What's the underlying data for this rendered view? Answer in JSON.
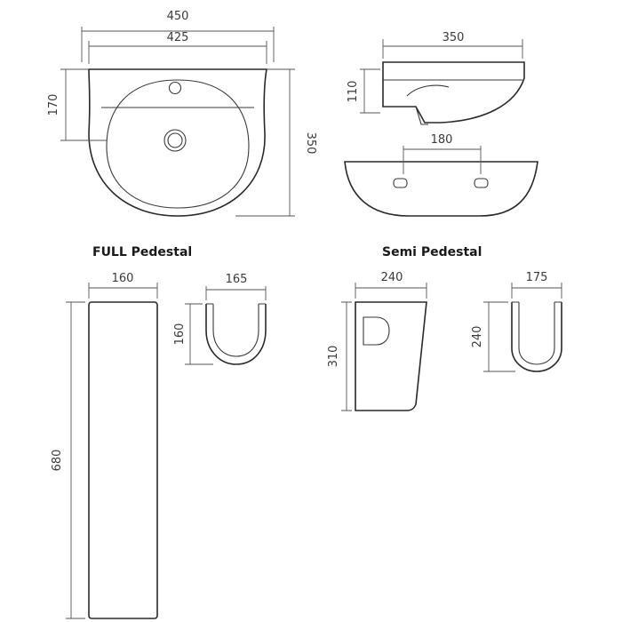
{
  "basin_top_view": {
    "overall_width": "450",
    "inner_width": "425",
    "depth": "350",
    "tap_zone": "170"
  },
  "basin_side_view": {
    "width": "350",
    "height": "110"
  },
  "basin_rear_view": {
    "fixing_centres": "180"
  },
  "full_pedestal": {
    "title": "FULL Pedestal",
    "front_width": "160",
    "height": "680",
    "plan_width": "165",
    "plan_depth": "160"
  },
  "semi_pedestal": {
    "title": "Semi Pedestal",
    "side_width": "240",
    "height": "310",
    "plan_width": "175",
    "plan_depth": "240"
  }
}
